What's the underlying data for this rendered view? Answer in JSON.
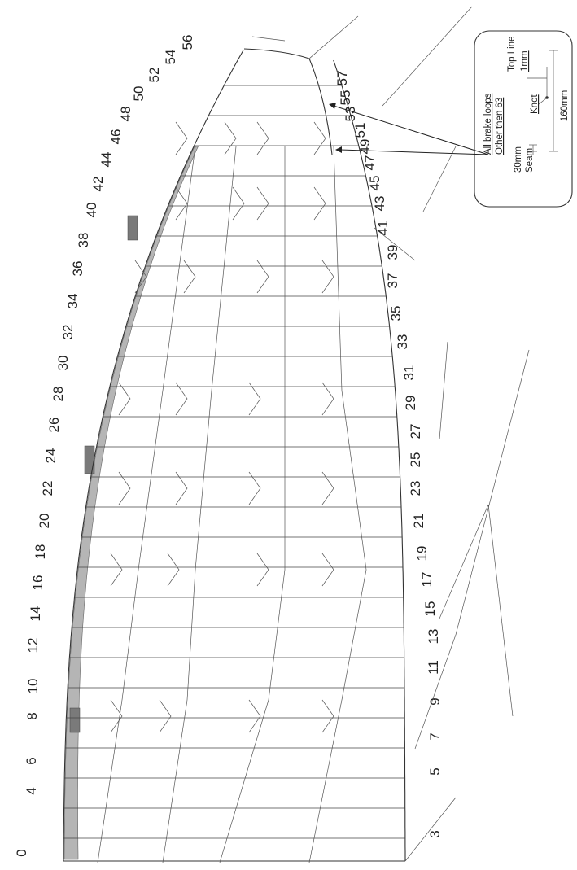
{
  "top_labels": [
    "0",
    "4",
    "6",
    "8",
    "10",
    "12",
    "14",
    "16",
    "18",
    "20",
    "22",
    "24",
    "26",
    "28",
    "30",
    "32",
    "34",
    "36",
    "38",
    "40",
    "42",
    "44",
    "46",
    "48",
    "50",
    "52",
    "54",
    "56"
  ],
  "bottom_labels": [
    "3",
    "5",
    "7",
    "9",
    "11",
    "13",
    "15",
    "17",
    "19",
    "21",
    "23",
    "25",
    "27",
    "29",
    "31",
    "33",
    "35",
    "37",
    "39",
    "41",
    "43",
    "45",
    "47",
    "49",
    "51",
    "53",
    "55",
    "57"
  ],
  "callout": {
    "line1": "All brake loops",
    "line2": "Other then 63",
    "knot": "Knot",
    "top_line": "Top Line",
    "gap": "1mm",
    "seam_width": "30mm",
    "seam": "Seam",
    "span": "160mm"
  },
  "colors": {
    "leading_edge_band": "#b5b5b5",
    "reinforcement": "#7a7a7a",
    "lines": "#444444"
  }
}
